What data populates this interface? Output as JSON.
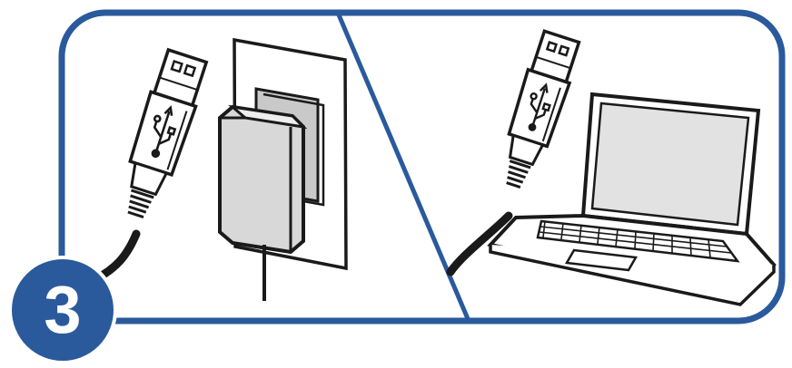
{
  "step": {
    "number": "3"
  },
  "panels": [
    {
      "name": "wall-outlet-panel",
      "icon": "usb-cable-and-wall-power-adapter"
    },
    {
      "name": "computer-panel",
      "icon": "usb-cable-and-laptop"
    }
  ],
  "colors": {
    "frame": "#2a5a9c",
    "badge": "#2a5a9c",
    "line": "#1a1a1a",
    "adapter_fill": "#d8d8d8",
    "screen_fill": "#e2e2e2",
    "background": "#ffffff"
  }
}
